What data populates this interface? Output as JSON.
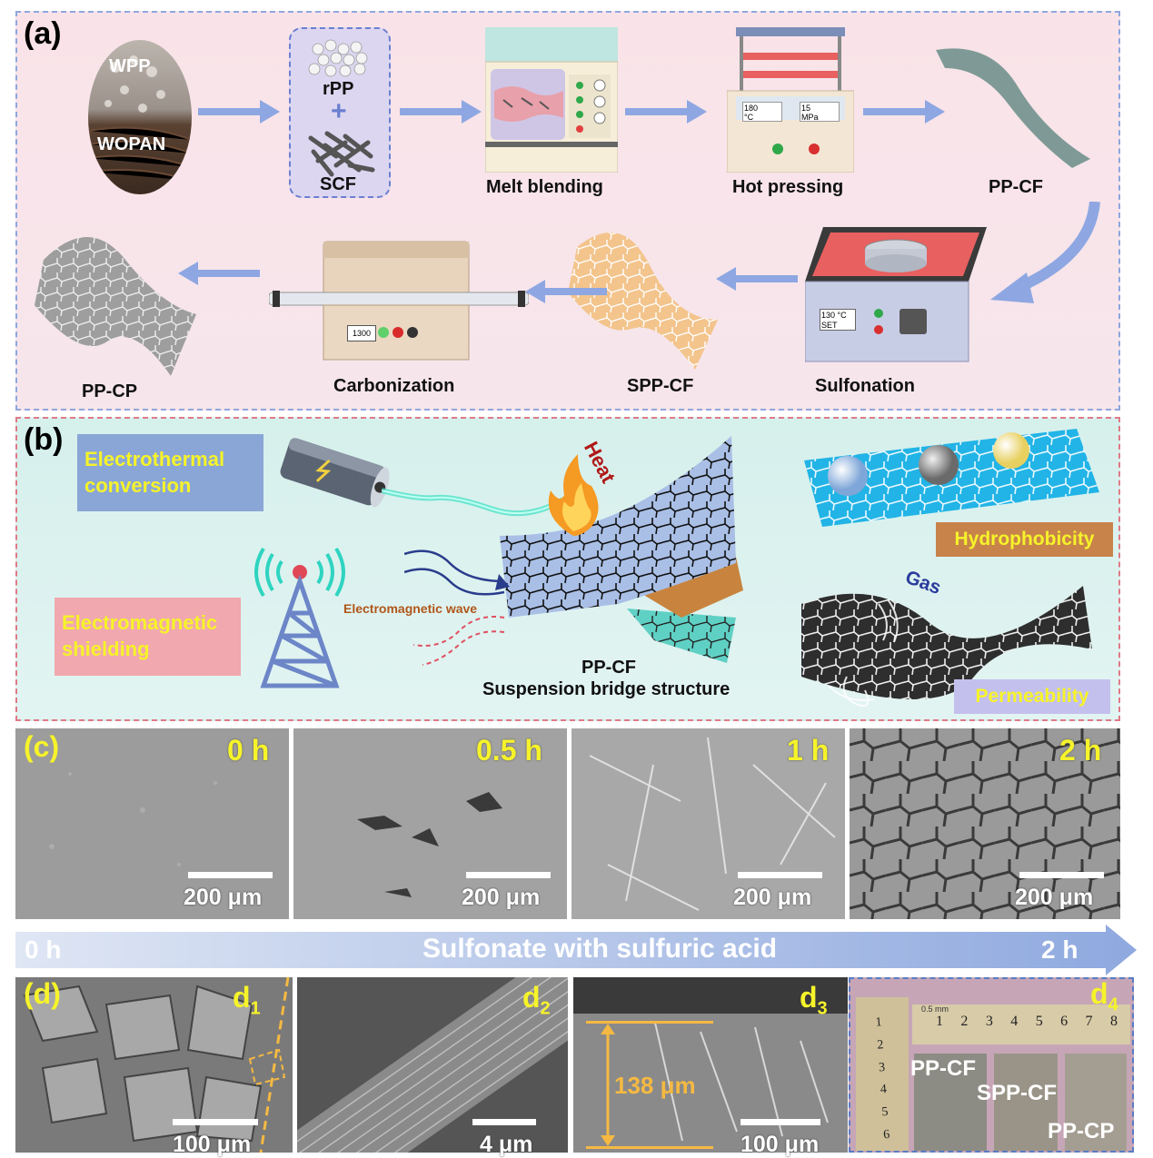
{
  "panel_a": {
    "letter": "(a)",
    "labels": {
      "wpp": "WPP",
      "wopan": "WOPAN",
      "rpp": "rPP",
      "plus": "+",
      "scf": "SCF",
      "melt_blending": "Melt blending",
      "hot_pressing": "Hot pressing",
      "pp_cf": "PP-CF",
      "sulfonation": "Sulfonation",
      "spp_cf": "SPP-CF",
      "carbonization": "Carbonization",
      "pp_cp": "PP-CP"
    },
    "press_display": {
      "temp": "180",
      "temp_unit": "°C",
      "pressure": "15",
      "pressure_unit": "MPa"
    },
    "hotplate_display": {
      "temp": "130",
      "unit": "°C",
      "set": "SET"
    },
    "furnace_display": "1300"
  },
  "panel_b": {
    "letter": "(b)",
    "electrothermal": "Electrothermal conversion",
    "electromagnetic_shielding": "Electromagnetic shielding",
    "heat": "Heat",
    "em_wave": "Electromagnetic wave",
    "caption_line1": "PP-CF",
    "caption_line2": "Suspension bridge structure",
    "hydrophobicity": "Hydrophobicity",
    "gas": "Gas",
    "permeability": "Permeability"
  },
  "panel_c": {
    "letter": "(c)",
    "images": [
      {
        "time": "0 h",
        "scale": "200 μm"
      },
      {
        "time": "0.5 h",
        "scale": "200 μm"
      },
      {
        "time": "1 h",
        "scale": "200 μm"
      },
      {
        "time": "2 h",
        "scale": "200 μm"
      }
    ]
  },
  "timeline": {
    "start": "0 h",
    "label": "Sulfonate with sulfuric acid",
    "end": "2 h"
  },
  "panel_d": {
    "letter": "(d)",
    "d1": {
      "label": "d",
      "sub": "1",
      "scale": "100 μm"
    },
    "d2": {
      "label": "d",
      "sub": "2",
      "scale": "4 μm"
    },
    "d3": {
      "label": "d",
      "sub": "3",
      "scale": "100 μm",
      "thickness": "138 μm"
    },
    "d4": {
      "label": "d",
      "sub": "4",
      "ruler_unit": "0.5 mm",
      "ruler_numbers": [
        "1",
        "2",
        "3",
        "4",
        "5",
        "6",
        "7",
        "8"
      ],
      "side_numbers": [
        "1",
        "2",
        "3",
        "4",
        "5",
        "6"
      ],
      "samples": [
        "PP-CF",
        "SPP-CF",
        "PP-CP"
      ]
    }
  },
  "colors": {
    "panel_a_bg": "#f8e0e6",
    "panel_b_bg": "#d9f1ee",
    "arrow": "#8ea7e2",
    "text_yellow": "#f6f32a"
  }
}
